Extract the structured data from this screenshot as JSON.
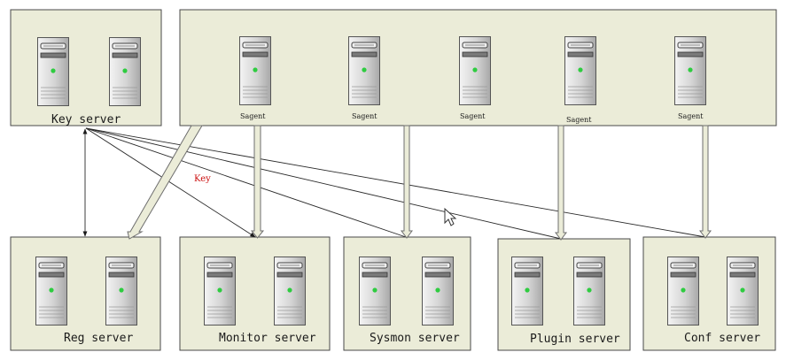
{
  "diagram": {
    "key_server": {
      "label": "Key server"
    },
    "agent_group": {
      "agents": [
        {
          "label": "Sagent"
        },
        {
          "label": "Sagent"
        },
        {
          "label": "Sagent"
        },
        {
          "label": "Sagent"
        },
        {
          "label": "Sagent"
        }
      ]
    },
    "connector_label": "Key",
    "server_groups": [
      {
        "label": "Reg server"
      },
      {
        "label": "Monitor server"
      },
      {
        "label": "Sysmon server"
      },
      {
        "label": "Plugin server"
      },
      {
        "label": "Conf server"
      }
    ]
  },
  "colors": {
    "box_fill": "#ebecd8",
    "key_label": "#cc1111",
    "server_led": "#2ecc40",
    "server_body": "#dcdcdc"
  },
  "icons": {
    "server": "server-tower-icon",
    "cursor": "mouse-pointer-icon"
  }
}
